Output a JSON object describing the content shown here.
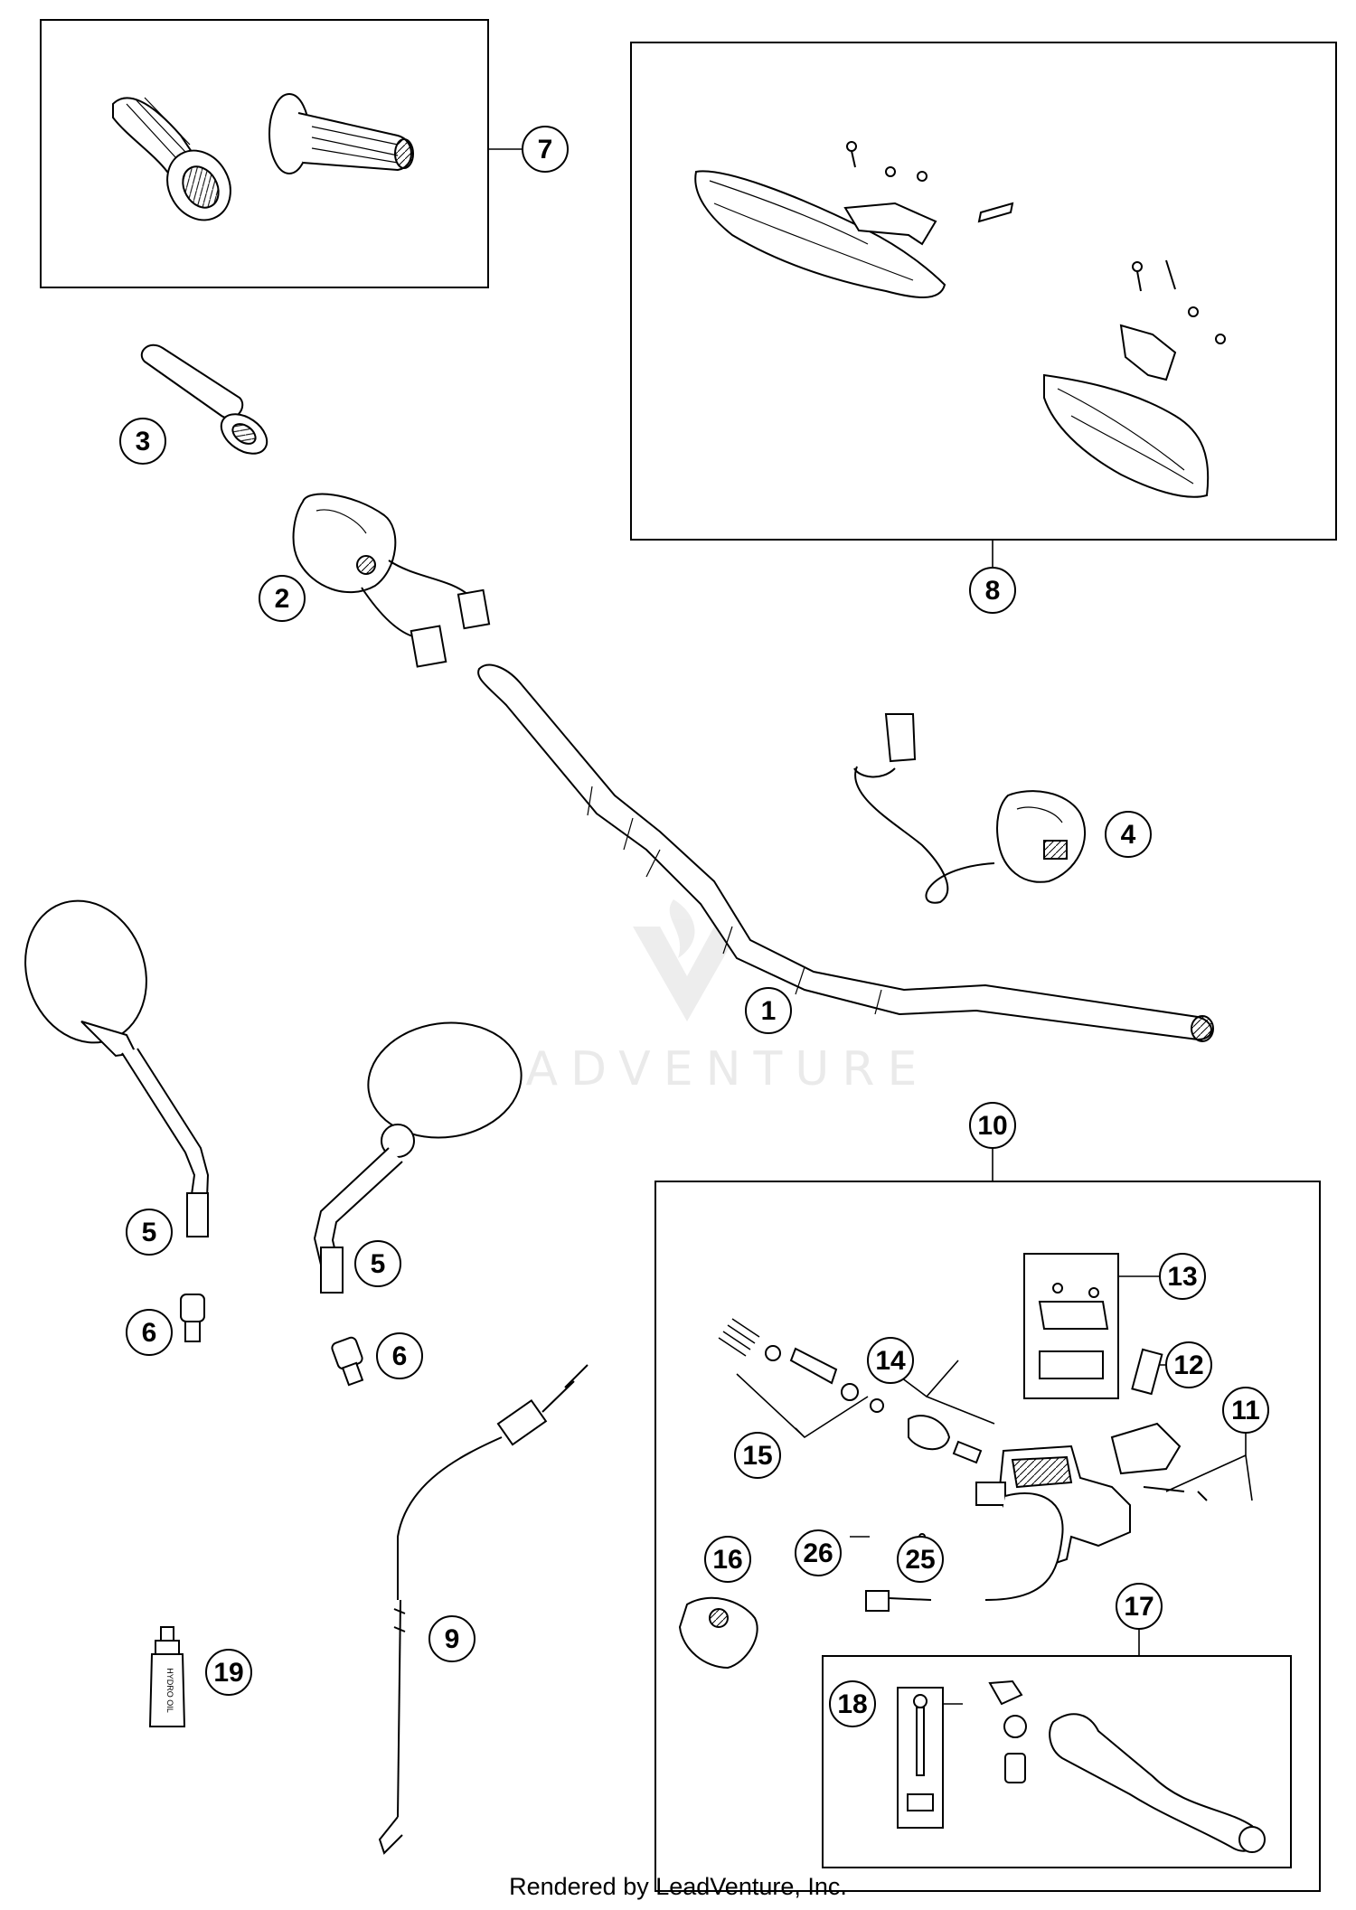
{
  "diagram": {
    "callouts": [
      "1",
      "2",
      "3",
      "4",
      "5",
      "5",
      "6",
      "6",
      "7",
      "8",
      "9",
      "10",
      "11",
      "12",
      "13",
      "14",
      "15",
      "16",
      "17",
      "18",
      "19",
      "25",
      "26"
    ],
    "container_labels": {
      "oil": "HYDRO OIL"
    },
    "watermark": "LEADVENTURE",
    "footer": "Rendered by LeadVenture, Inc."
  }
}
